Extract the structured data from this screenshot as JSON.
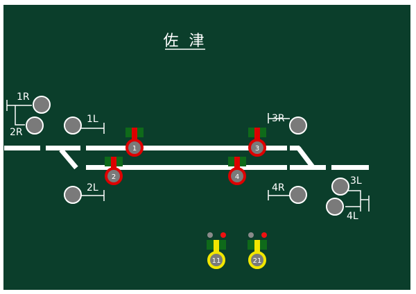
{
  "station": {
    "name": "佐 津"
  },
  "colors": {
    "board": "#0b3e2b",
    "track": "#ffffff",
    "signal": "#7a7a7a",
    "lever_red": "#dd0000",
    "lever_yellow": "#f2e600",
    "lever_base": "#0f6a1a",
    "lamp_grey": "#8a8a8a",
    "lamp_red": "#ee1111"
  },
  "signals": [
    {
      "id": "1R",
      "label": "1R"
    },
    {
      "id": "2R",
      "label": "2R"
    },
    {
      "id": "1L",
      "label": "1L"
    },
    {
      "id": "2L",
      "label": "2L"
    },
    {
      "id": "3R",
      "label": "3R"
    },
    {
      "id": "4R",
      "label": "4R"
    },
    {
      "id": "3L",
      "label": "3L"
    },
    {
      "id": "4L",
      "label": "4L"
    }
  ],
  "route_levers": [
    {
      "id": "1",
      "label": "1"
    },
    {
      "id": "2",
      "label": "2"
    },
    {
      "id": "3",
      "label": "3"
    },
    {
      "id": "4",
      "label": "4"
    }
  ],
  "switch_levers": [
    {
      "id": "11",
      "label": "11"
    },
    {
      "id": "21",
      "label": "21"
    }
  ]
}
